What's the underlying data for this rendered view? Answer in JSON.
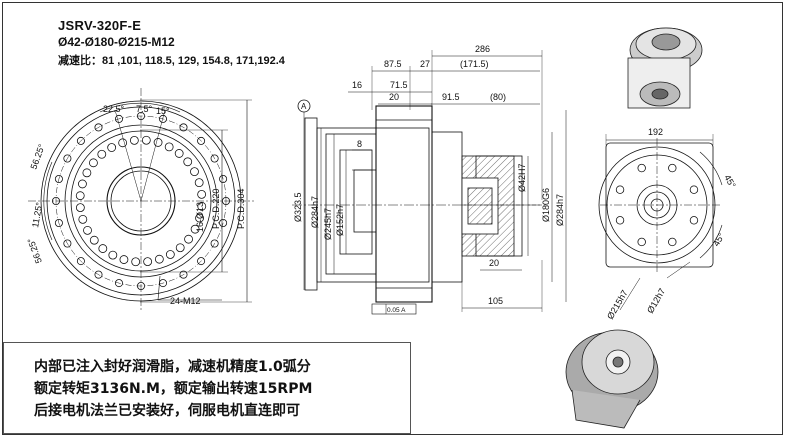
{
  "header": {
    "model": "JSRV-320F-E",
    "diameters": "Ø42-Ø180-Ø215-M12",
    "ratios": "减速比：81 ,101, 118.5, 129, 154.8, 171,192.4"
  },
  "notes": [
    "内部已注入封好润滑脂，减速机精度1.0弧分",
    "额定转矩3136N.M，额定输出转速15RPM",
    "后接电机法兰已安装好，伺服电机直连即可"
  ],
  "dims": {
    "left_view": {
      "angle_a": "22.5°",
      "angle_b": "7.5°",
      "angle_c": "15°",
      "angle_d": "56.25°",
      "angle_e": "11.25°",
      "angle_f": "56.25°",
      "holes_small": "16-Ø13",
      "pcd_220": "P.C.D.220",
      "pcd_304": "P.C.D.304",
      "holes_m12": "24-M12"
    },
    "side_view": {
      "total": "286",
      "d875": "87.5",
      "d27": "27",
      "d1715": "(171.5)",
      "d16": "16",
      "d715": "71.5",
      "d20a": "20",
      "d915": "91.5",
      "d80": "(80)",
      "d8": "8",
      "d20b": "20",
      "d105": "105",
      "datum": "A",
      "od3235": "Ø323.5",
      "od284": "Ø284h7",
      "od245": "Ø245h7",
      "od152": "Ø152h7",
      "od42": "Ø42H7",
      "od180": "Ø180G6",
      "od284b": "Ø284h7",
      "tol": "0.05 A"
    },
    "right_view": {
      "d192": "192",
      "angle_a": "45°",
      "angle_b": "45°",
      "od215": "Ø215h7",
      "od12": "Ø12h7"
    }
  },
  "colors": {
    "line": "#111111",
    "dim": "#222222",
    "hatch": "#333333"
  }
}
